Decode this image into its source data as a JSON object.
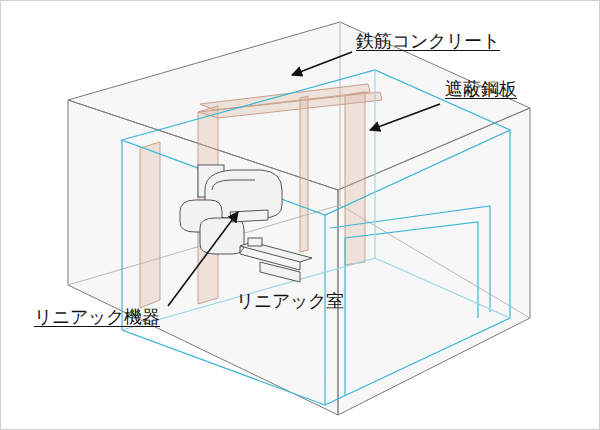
{
  "diagram": {
    "labels": [
      "鉄筋コンクリート",
      "遮蔽鋼板",
      "リニアック機器",
      "リニアック室"
    ]
  }
}
